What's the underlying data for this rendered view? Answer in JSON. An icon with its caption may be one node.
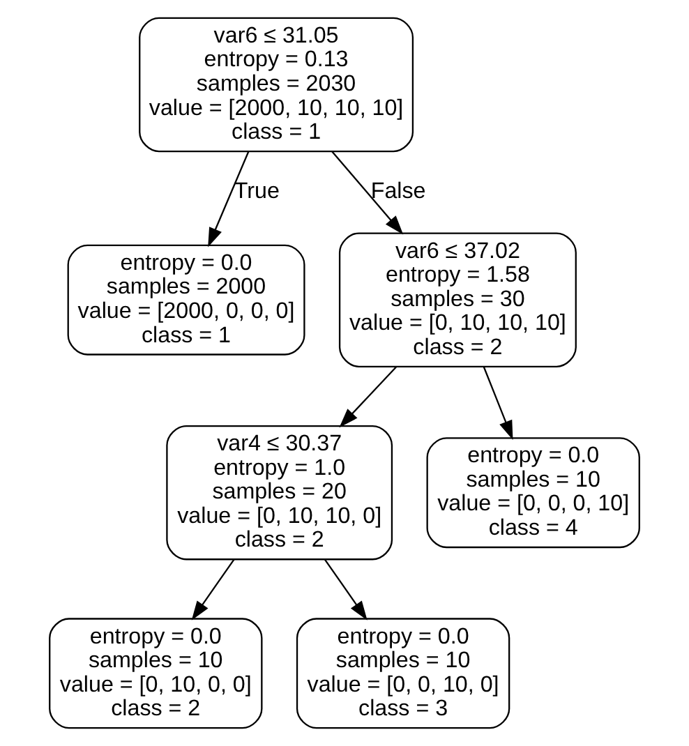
{
  "diagram": {
    "nodes": [
      {
        "text": [
          "var6 ≤ 31.05",
          "entropy = 0.13",
          "samples = 2030",
          "value = [2000, 10, 10, 10]",
          "class = 1"
        ]
      },
      {
        "text": [
          "entropy = 0.0",
          "samples = 2000",
          "value = [2000, 0, 0, 0]",
          "class = 1"
        ]
      },
      {
        "text": [
          "var6 ≤ 37.02",
          "entropy = 1.58",
          "samples = 30",
          "value = [0, 10, 10, 10]",
          "class = 2"
        ]
      },
      {
        "text": [
          "var4 ≤ 30.37",
          "entropy = 1.0",
          "samples = 20",
          "value = [0, 10, 10, 0]",
          "class = 2"
        ]
      },
      {
        "text": [
          "entropy = 0.0",
          "samples = 10",
          "value = [0, 0, 0, 10]",
          "class = 4"
        ]
      },
      {
        "text": [
          "entropy = 0.0",
          "samples = 10",
          "value = [0, 10, 0, 0]",
          "class = 2"
        ]
      },
      {
        "text": [
          "entropy = 0.0",
          "samples = 10",
          "value = [0, 0, 10, 0]",
          "class = 3"
        ]
      }
    ],
    "edges": [
      {
        "from": 0,
        "to": 1,
        "arrow": "to",
        "label": "True"
      },
      {
        "from": 0,
        "to": 2,
        "arrow": "to",
        "label": "False"
      },
      {
        "from": 2,
        "to": 3,
        "arrow": "to"
      },
      {
        "from": 2,
        "to": 4,
        "arrow": "to"
      },
      {
        "from": 3,
        "to": 5,
        "arrow": "to"
      },
      {
        "from": 3,
        "to": 6,
        "arrow": "to"
      }
    ]
  }
}
